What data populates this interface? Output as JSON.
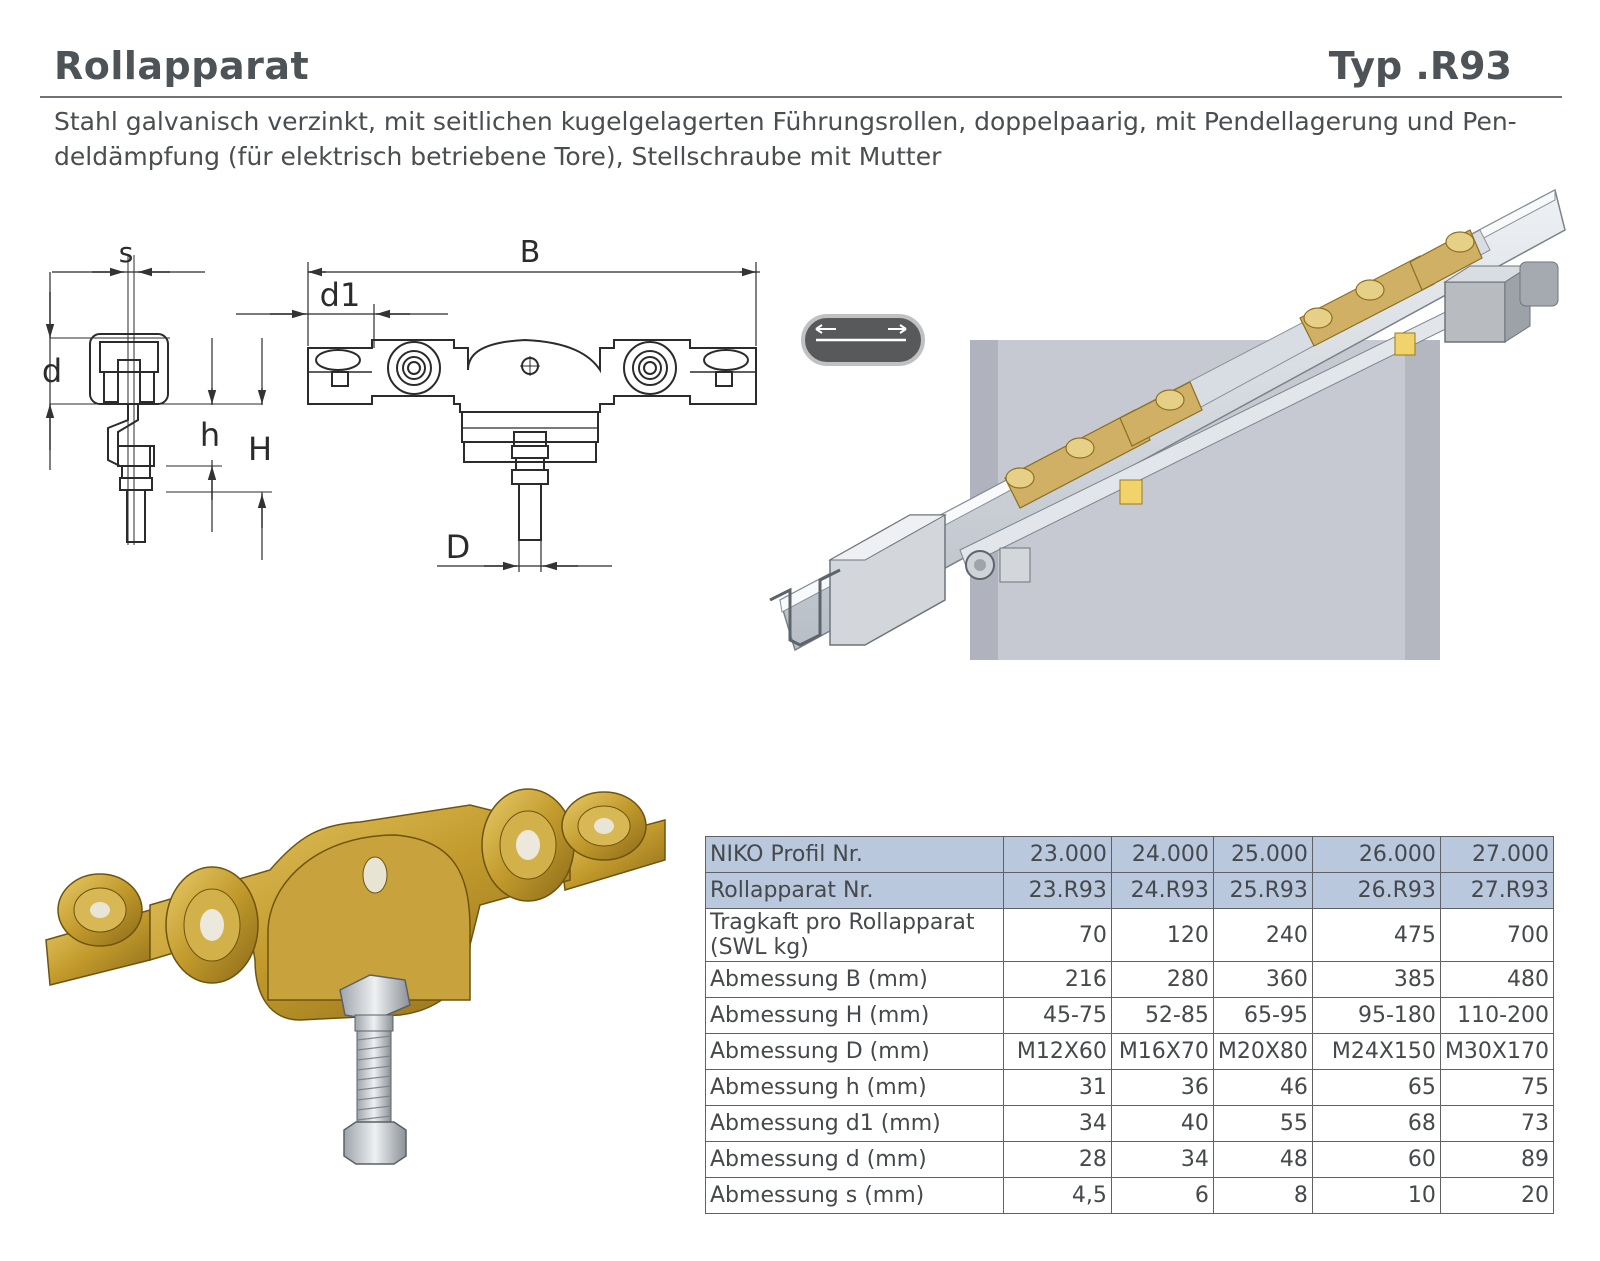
{
  "header": {
    "title": "Rollapparat",
    "type": "Typ .R93"
  },
  "description": {
    "line1": "Stahl galvanisch verzinkt, mit seitlichen kugelgelagerten Führungsrollen, doppelpaarig, mit Pendellagerung und Pen-",
    "line2": "deldämpfung (für elektrisch betriebene Tore), Stellschraube mit Mutter"
  },
  "drawing_labels": {
    "s": "s",
    "d": "d",
    "h": "h",
    "H": "H",
    "B": "B",
    "d1": "d1",
    "D": "D"
  },
  "table": {
    "rows": [
      {
        "label": "NIKO Profil Nr.",
        "values": [
          "23.000",
          "24.000",
          "25.000",
          "26.000",
          "27.000"
        ]
      },
      {
        "label": "Rollapparat Nr.",
        "values": [
          "23.R93",
          "24.R93",
          "25.R93",
          "26.R93",
          "27.R93"
        ]
      },
      {
        "label": "Tragkaft pro Rollapparat (SWL kg)",
        "label_line1": "Tragkaft pro Rollapparat",
        "label_line2": "(SWL kg)",
        "values": [
          "70",
          "120",
          "240",
          "475",
          "700"
        ]
      },
      {
        "label": "Abmessung B (mm)",
        "values": [
          "216",
          "280",
          "360",
          "385",
          "480"
        ]
      },
      {
        "label": "Abmessung H (mm)",
        "values": [
          "45-75",
          "52-85",
          "65-95",
          "95-180",
          "110-200"
        ]
      },
      {
        "label": "Abmessung D (mm)",
        "values": [
          "M12X60",
          "M16X70",
          "M20X80",
          "M24X150",
          "M30X170"
        ]
      },
      {
        "label": "Abmessung h (mm)",
        "values": [
          "31",
          "36",
          "46",
          "65",
          "75"
        ]
      },
      {
        "label": "Abmessung d1 (mm)",
        "values": [
          "34",
          "40",
          "55",
          "68",
          "73"
        ]
      },
      {
        "label": "Abmessung d (mm)",
        "values": [
          "28",
          "34",
          "48",
          "60",
          "89"
        ]
      },
      {
        "label": "Abmessung s (mm)",
        "values": [
          "4,5",
          "6",
          "8",
          "10",
          "20"
        ]
      }
    ]
  },
  "colors": {
    "header_fill": "#b9c8dc",
    "brass": "#c9a23a",
    "text": "#4a4e51"
  },
  "icons": {
    "direction_badge": "double-arrow-icon"
  }
}
